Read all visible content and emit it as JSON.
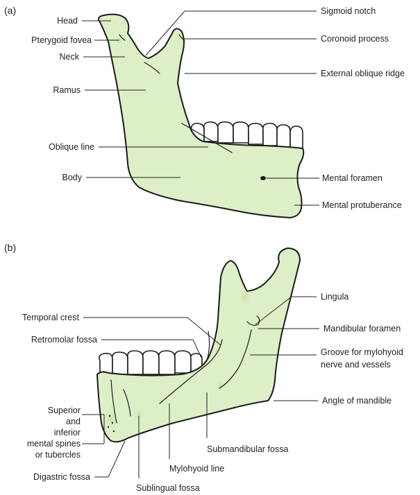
{
  "colors": {
    "bone": "#dcefc6",
    "bone_shade": "#b7d99a",
    "outline": "#1a1a1a",
    "text": "#222222"
  },
  "panel_a": {
    "letter": "(a)",
    "labels": {
      "head": "Head",
      "pterygoid_fovea": "Pterygoid fovea",
      "neck": "Neck",
      "ramus": "Ramus",
      "oblique_line": "Oblique line",
      "body": "Body",
      "sigmoid_notch": "Sigmoid notch",
      "coronoid_process": "Coronoid process",
      "external_oblique_ridge": "External oblique ridge",
      "mental_foramen": "Mental foramen",
      "mental_protuberance": "Mental protuberance"
    }
  },
  "panel_b": {
    "letter": "(b)",
    "labels": {
      "lingula": "Lingula",
      "mandibular_foramen": "Mandibular foramen",
      "groove_line1": "Groove for mylohyoid",
      "groove_line2": "nerve and vessels",
      "angle_of_mandible": "Angle of mandible",
      "temporal_crest": "Temporal crest",
      "retromolar_fossa": "Retromolar fossa",
      "spines_line1": "Superior",
      "spines_line2": "and",
      "spines_line3": "inferior",
      "spines_line4": "mental spines",
      "spines_line5": "or tubercles",
      "digastric_fossa": "Digastric fossa",
      "submandibular_fossa": "Submandibular fossa",
      "mylohyoid_line": "Mylohyoid line",
      "sublingual_fossa": "Sublingual fossa"
    }
  }
}
